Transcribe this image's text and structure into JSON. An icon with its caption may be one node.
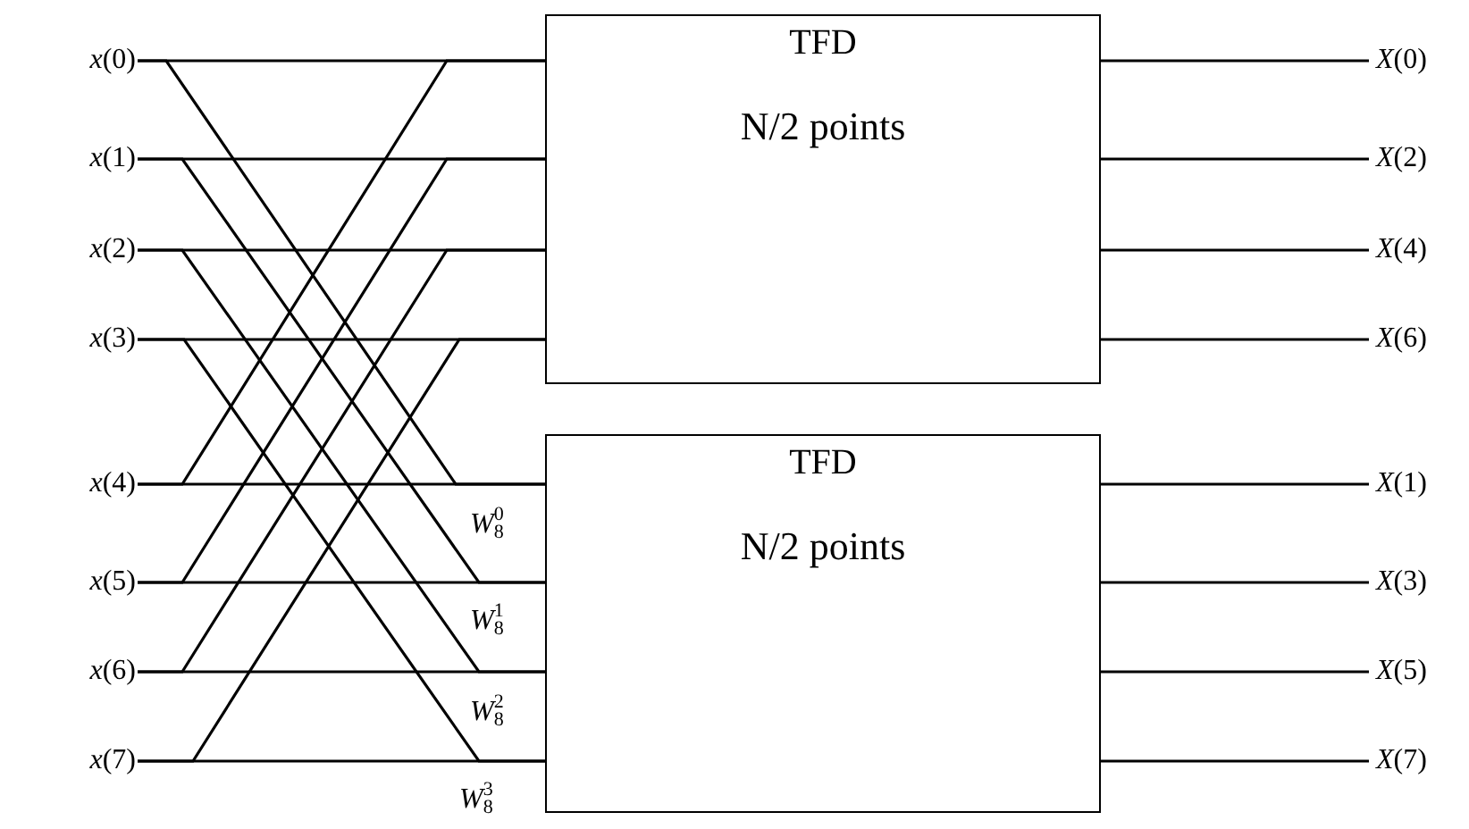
{
  "diagram": {
    "nodes": [
      {
        "text": [
          "*x*(0)"
        ]
      },
      {
        "text": [
          "*x*(1)"
        ]
      },
      {
        "text": [
          "*x*(2)"
        ]
      },
      {
        "text": [
          "*x*(3)"
        ]
      },
      {
        "text": [
          "*x*(4)"
        ]
      },
      {
        "text": [
          "*x*(5)"
        ]
      },
      {
        "text": [
          "*x*(6)"
        ]
      },
      {
        "text": [
          "*x*(7)"
        ]
      },
      {
        "text": [
          "TFD",
          "N/2 points"
        ]
      },
      {
        "text": [
          "TFD",
          "N/2 points"
        ]
      },
      {
        "text": [
          "*X*(0)"
        ]
      },
      {
        "text": [
          "*X*(2)"
        ]
      },
      {
        "text": [
          "*X*(4)"
        ]
      },
      {
        "text": [
          "*X*(6)"
        ]
      },
      {
        "text": [
          "*X*(1)"
        ]
      },
      {
        "text": [
          "*X*(3)"
        ]
      },
      {
        "text": [
          "*X*(5)"
        ]
      },
      {
        "text": [
          "*X*(7)"
        ]
      }
    ],
    "edges": [
      {
        "from": 0,
        "to": 8,
        "arrow": "none"
      },
      {
        "from": 0,
        "to": 9,
        "arrow": "none"
      },
      {
        "from": 1,
        "to": 8,
        "arrow": "none"
      },
      {
        "from": 1,
        "to": 9,
        "arrow": "none"
      },
      {
        "from": 2,
        "to": 8,
        "arrow": "none"
      },
      {
        "from": 2,
        "to": 9,
        "arrow": "none"
      },
      {
        "from": 3,
        "to": 8,
        "arrow": "none"
      },
      {
        "from": 3,
        "to": 9,
        "arrow": "none"
      },
      {
        "from": 4,
        "to": 8,
        "arrow": "none"
      },
      {
        "from": 4,
        "to": 9,
        "arrow": "none"
      },
      {
        "from": 5,
        "to": 8,
        "arrow": "none"
      },
      {
        "from": 5,
        "to": 9,
        "arrow": "none"
      },
      {
        "from": 6,
        "to": 8,
        "arrow": "none"
      },
      {
        "from": 6,
        "to": 9,
        "arrow": "none"
      },
      {
        "from": 7,
        "to": 8,
        "arrow": "none"
      },
      {
        "from": 7,
        "to": 9,
        "arrow": "none"
      },
      {
        "from": 8,
        "to": 10,
        "arrow": "none"
      },
      {
        "from": 8,
        "to": 11,
        "arrow": "none"
      },
      {
        "from": 8,
        "to": 12,
        "arrow": "none"
      },
      {
        "from": 8,
        "to": 13,
        "arrow": "none"
      },
      {
        "from": 9,
        "to": 14,
        "arrow": "none"
      },
      {
        "from": 9,
        "to": 15,
        "arrow": "none"
      },
      {
        "from": 9,
        "to": 16,
        "arrow": "none"
      },
      {
        "from": 9,
        "to": 17,
        "arrow": "none"
      }
    ],
    "labels": [
      "*W*$_{8}$$^{0}$",
      "*W*$_{8}$$^{1}$",
      "*W*$_{8}$$^{2}$",
      "*W*$_{8}$$^{3}$"
    ]
  }
}
